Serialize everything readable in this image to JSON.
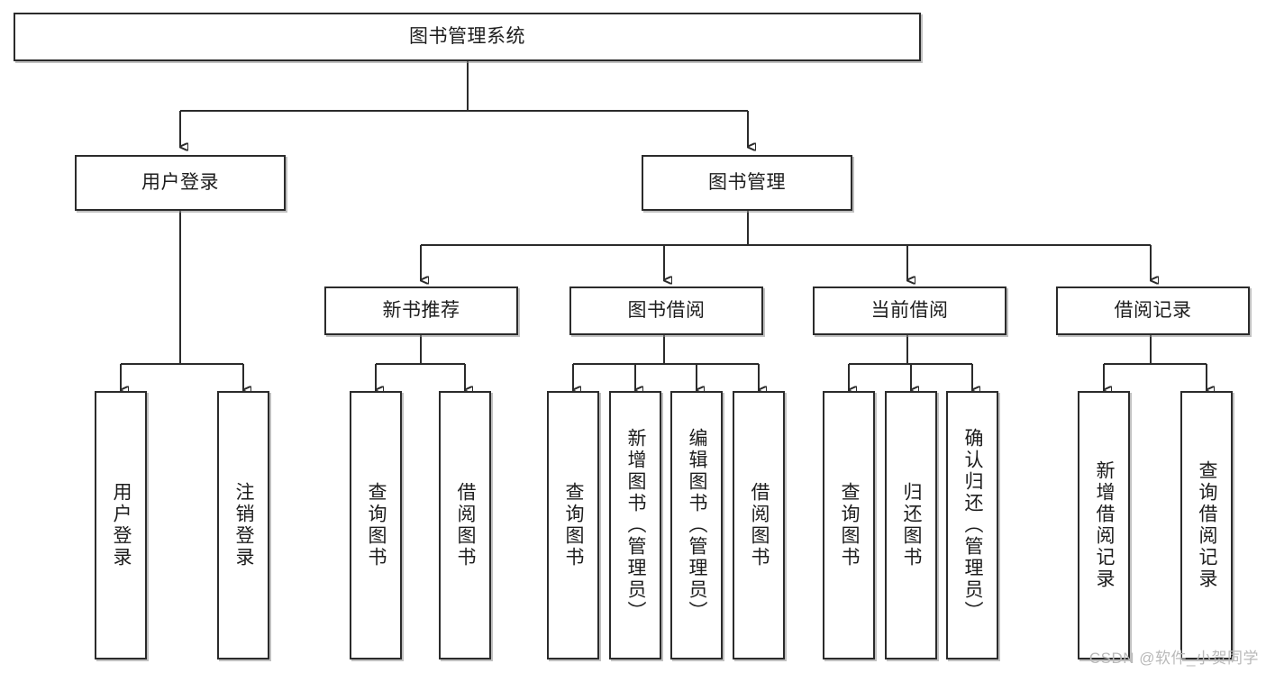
{
  "diagram": {
    "type": "tree",
    "title": "图书管理系统",
    "root": {
      "label": "图书管理系统"
    },
    "level2": [
      {
        "label": "用户登录"
      },
      {
        "label": "图书管理"
      }
    ],
    "level3": [
      {
        "label": "新书推荐"
      },
      {
        "label": "图书借阅"
      },
      {
        "label": "当前借阅"
      },
      {
        "label": "借阅记录"
      }
    ],
    "leaves": {
      "user_login": [
        {
          "label": "用户登录"
        },
        {
          "label": "注销登录"
        }
      ],
      "new_book_recommend": [
        {
          "label": "查询图书"
        },
        {
          "label": "借阅图书"
        }
      ],
      "book_borrow": [
        {
          "label": "查询图书"
        },
        {
          "label": "新增图书（管理员）"
        },
        {
          "label": "编辑图书（管理员）"
        },
        {
          "label": "借阅图书"
        }
      ],
      "current_borrow": [
        {
          "label": "查询图书"
        },
        {
          "label": "归还图书"
        },
        {
          "label": "确认归还（管理员）"
        }
      ],
      "borrow_record": [
        {
          "label": "新增借阅记录"
        },
        {
          "label": "查询借阅记录"
        }
      ]
    }
  },
  "watermark": {
    "text": "CSDN @软件_小贺同学"
  },
  "colors": {
    "border": "#2b2b2b",
    "background": "#ffffff",
    "text": "#1d1d1d",
    "watermark": "#b9b9b9"
  }
}
